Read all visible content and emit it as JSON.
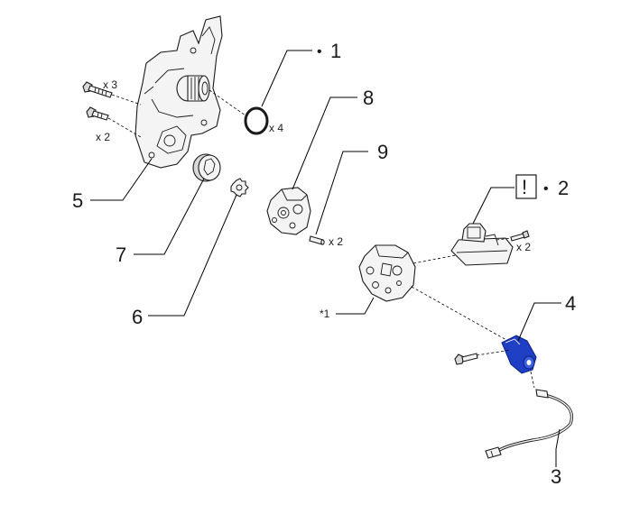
{
  "callouts": {
    "c1": "1",
    "c2": "2",
    "c3": "3",
    "c4": "4",
    "c5": "5",
    "c6": "6",
    "c7": "7",
    "c8": "8",
    "c9": "9",
    "star1": "*1"
  },
  "bullet": "•",
  "warning_mark": "!",
  "quantities": {
    "bolt_top": "x 3",
    "bolt_mid": "x 2",
    "oring": "x 4",
    "pin": "x 2",
    "screw_right": "x 2"
  },
  "colors": {
    "highlight": "#1f3fc4",
    "line": "#1a1a1a"
  }
}
